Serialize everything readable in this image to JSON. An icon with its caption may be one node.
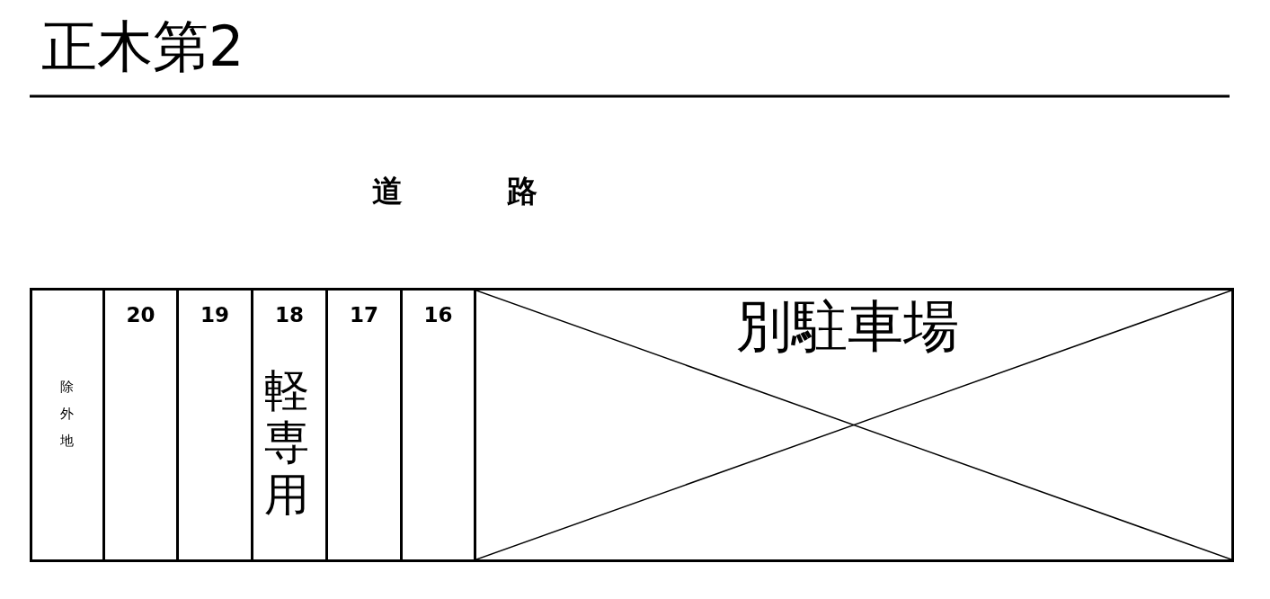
{
  "diagram": {
    "title": "正木第2",
    "nodes": [
      {
        "text": [
          "除外地"
        ]
      },
      {
        "text": [
          "20"
        ]
      },
      {
        "text": [
          "19"
        ]
      },
      {
        "text": [
          "18",
          "軽専用"
        ]
      },
      {
        "text": [
          "17"
        ]
      },
      {
        "text": [
          "16"
        ]
      },
      {
        "text": [
          "別駐車場"
        ]
      }
    ],
    "edges": [],
    "labels": [
      "道　　路"
    ]
  }
}
